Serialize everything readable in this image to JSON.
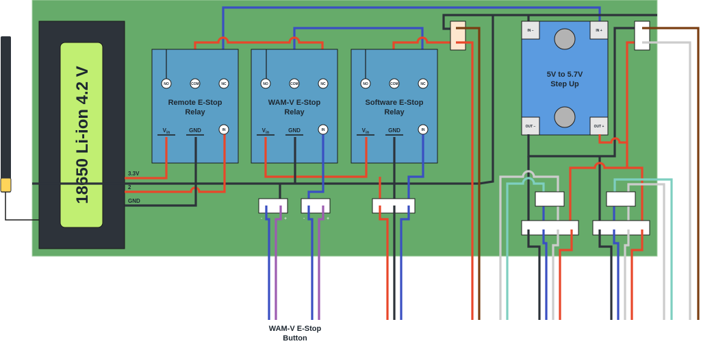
{
  "battery": {
    "label": "18650 Li-ion 4.2 V"
  },
  "battery_pins": {
    "v33": "3.3V",
    "io2": "2",
    "gnd": "GND"
  },
  "relays": [
    {
      "title1": "Remote E-Stop",
      "title2": "Relay"
    },
    {
      "title1": "WAM-V E-Stop",
      "title2": "Relay"
    },
    {
      "title1": "Software E-Stop",
      "title2": "Relay"
    }
  ],
  "relay_pins": {
    "no": "NO",
    "com": "COM",
    "nc": "NC",
    "vin": "V",
    "vin_sub": "in",
    "gnd": "GND",
    "in": "IN"
  },
  "stepup": {
    "title1": "5V to 5.7V",
    "title2": "Step Up",
    "in_minus": "IN −",
    "in_plus": "IN +",
    "out_minus": "OUT −",
    "out_plus": "OUT +"
  },
  "polarity": {
    "minus": "-",
    "plus": "+"
  },
  "button_label": {
    "line1": "WAM-V E-Stop",
    "line2": "Button"
  },
  "colors": {
    "board": "#66ab6a",
    "relay": "#5b9fc6",
    "stepup": "#5b9be0",
    "battery_body": "#2d333a",
    "battery_label": "#c1ef72",
    "red": "#e8472a",
    "blue": "#3a4fc2",
    "black": "#2d333a",
    "purple": "#9d5cb1",
    "brown": "#7a3e12",
    "grey": "#cccccc",
    "teal": "#7ecfc0"
  }
}
